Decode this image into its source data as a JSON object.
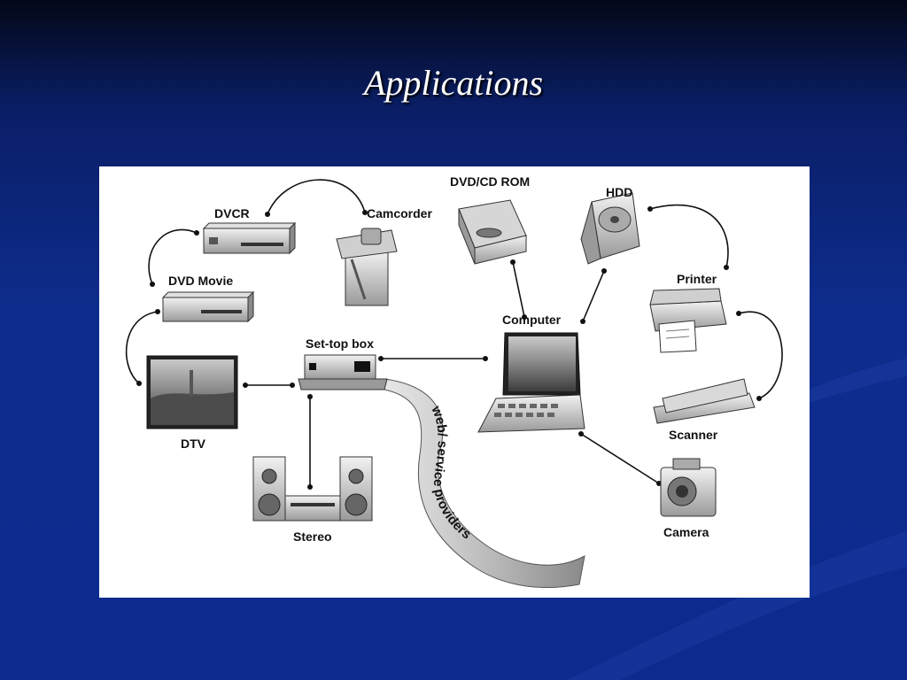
{
  "slide": {
    "title": "Applications"
  },
  "diagram": {
    "devices": {
      "dvcr": "DVCR",
      "camcorder": "Camcorder",
      "dvd_movie": "DVD Movie",
      "dtv": "DTV",
      "set_top_box": "Set-top box",
      "stereo": "Stereo",
      "dvd_cd_rom": "DVD/CD ROM",
      "hdd": "HDD",
      "computer": "Computer",
      "printer": "Printer",
      "scanner": "Scanner",
      "camera": "Camera"
    },
    "ribbon_label": "web/ service providers"
  },
  "colors": {
    "background": "#0e2c8c",
    "figure_bg": "#ffffff",
    "ink": "#111111"
  }
}
